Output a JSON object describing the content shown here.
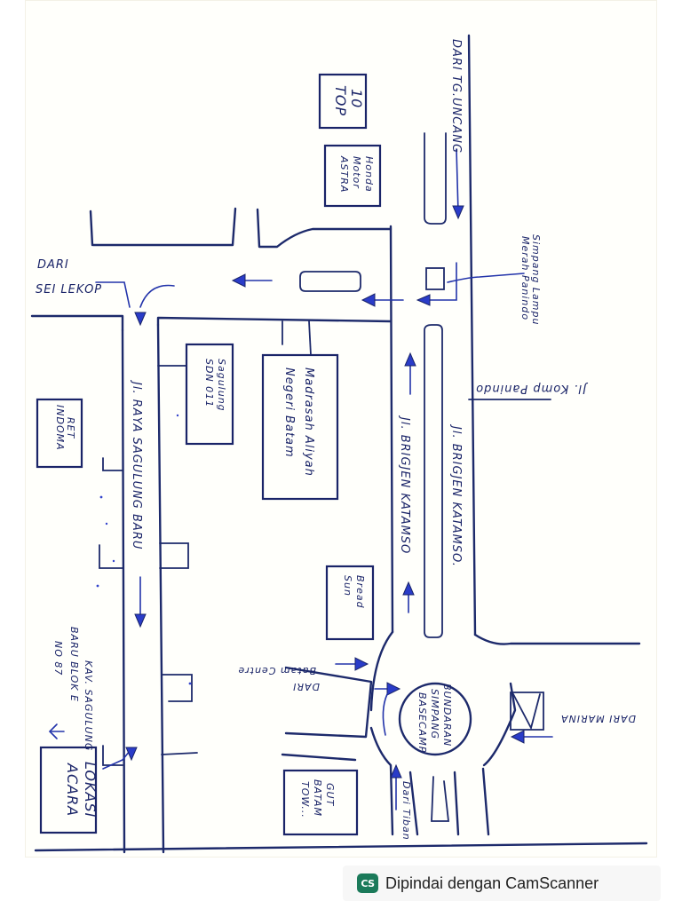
{
  "labels": {
    "dari_tg_uncang": "DARI TG.UNCANG",
    "top_1": "TOP",
    "top_2": "10",
    "astra_1": "ASTRA",
    "astra_2": "Motor",
    "astra_3": "Honda",
    "simpang_1": "Simpang Lampu",
    "simpang_2": "Merah Panindo",
    "dari_sei_lekop_1": "DARI",
    "dari_sei_lekop_2": "SEI LEKOP",
    "jl_komp_panindo": "Jl. Komp Panindo",
    "sdn_1": "SDN 011",
    "sdn_2": "Sagulung",
    "madrasah_1": "Madrasah Aliyah",
    "madrasah_2": "Negeri Batam",
    "jl_brigjen_katamso_inner": "Jl. BRIGJEN KATAMSO",
    "jl_brigjen_katamso_outer": "Jl. BRIGJEN KATAMSO.",
    "jl_raya_sagulung_baru": "Jl. RAYA SAGULUNG BARU",
    "ndoma_1": "INDOMA",
    "ndoma_2": "RET",
    "sun_1": "Sun",
    "sun_2": "Bread",
    "dari_batam_centre_1": "DARI",
    "dari_batam_centre_2": "Batam Centre",
    "bundaran_1": "BUNDARAN",
    "bundaran_2": "SIMPANG",
    "bundaran_3": "BASECAMP",
    "dari_marina": "DARI MARINA",
    "kav_1": "KAV. SAGULUNG",
    "kav_2": "BARU BLOK E",
    "kav_3": "NO 87",
    "lokasi_1": "LOKASI",
    "lokasi_2": "ACARA",
    "dari_tiban": "Dari Tiban",
    "gut_1": "GUT",
    "gut_2": "BATAM",
    "gut_3": "TOW..."
  },
  "footer": {
    "logo": "CS",
    "text": "Dipindai dengan CamScanner"
  },
  "colors": {
    "ink": "#1a2468",
    "arrow_fill": "#2a3cc8",
    "footer_logo": "#1b7a5a"
  }
}
